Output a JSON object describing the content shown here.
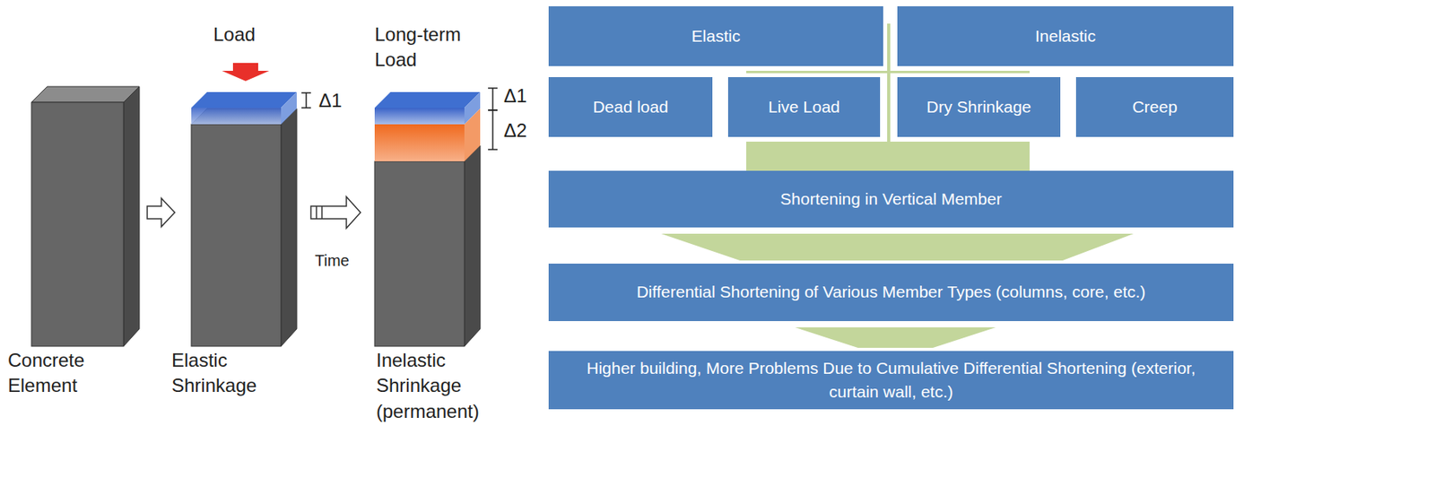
{
  "diagram": {
    "nodes": [
      {
        "text": [
          "Elastic"
        ]
      },
      {
        "text": [
          "Inelastic"
        ]
      },
      {
        "text": [
          "Dead load"
        ]
      },
      {
        "text": [
          "Live Load"
        ]
      },
      {
        "text": [
          "Dry Shrinkage"
        ]
      },
      {
        "text": [
          "Creep"
        ]
      },
      {
        "text": [
          "Shortening in Vertical Member"
        ]
      },
      {
        "text": [
          "Differential Shortening of Various Member Types (columns, core, etc.)"
        ]
      },
      {
        "text": [
          "Higher building, More Problems Due to Cumulative Differential Shortening (exterior, curtain wall, etc.)"
        ]
      }
    ],
    "edges": [
      {
        "from": 3,
        "to": 6,
        "arrow": "none"
      },
      {
        "from": 4,
        "to": 6,
        "arrow": "none"
      },
      {
        "from": 6,
        "to": 7,
        "arrow": "to"
      },
      {
        "from": 7,
        "to": 8,
        "arrow": "to"
      }
    ],
    "labels": [
      "Load",
      "Long-term Load",
      "Δ1",
      "Δ1",
      "Δ2",
      "Time",
      "Concrete Element",
      "Elastic Shrinkage",
      "Inelastic Shrinkage (permanent)"
    ]
  }
}
